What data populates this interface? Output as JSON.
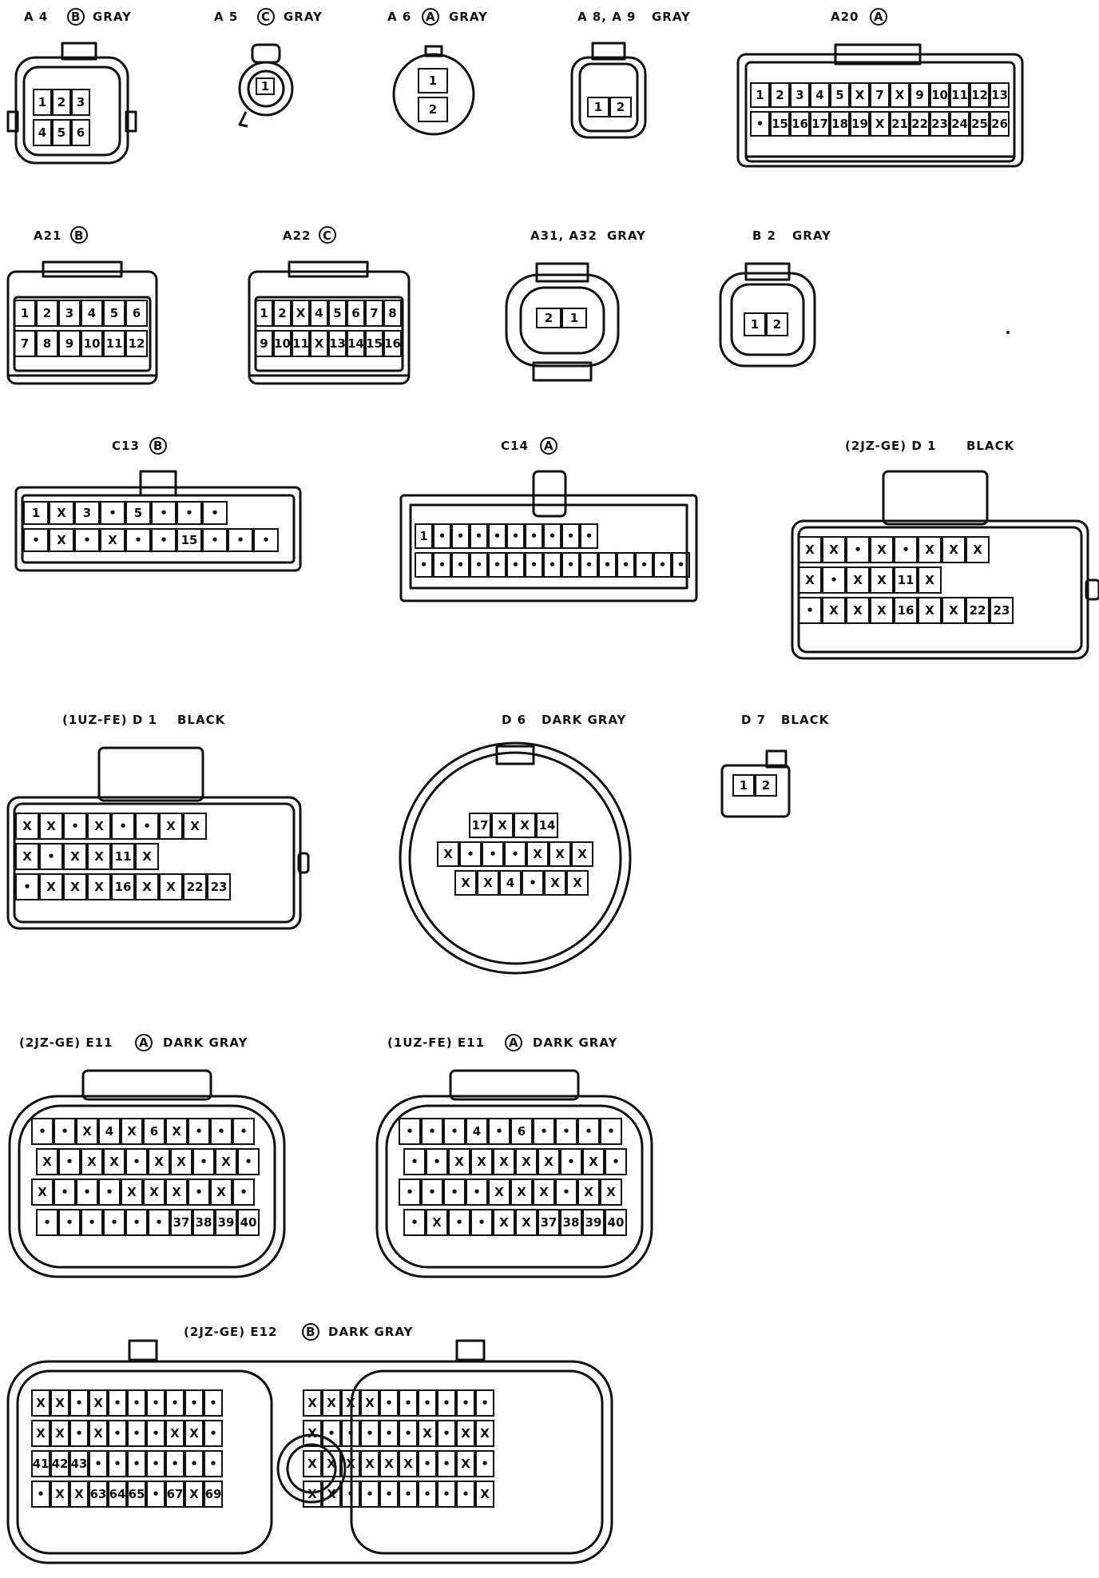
{
  "connectors": [
    {
      "id": "a4",
      "title": "A 4",
      "variant": "B",
      "color": "GRAY",
      "rows": [
        [
          "1",
          "2",
          "3"
        ],
        [
          "4",
          "5",
          "6"
        ]
      ]
    },
    {
      "id": "a5",
      "title": "A 5",
      "variant": "C",
      "color": "GRAY",
      "rows": [
        [
          "1"
        ]
      ]
    },
    {
      "id": "a6",
      "title": "A 6",
      "variant": "A",
      "color": "GRAY",
      "rows": [
        [
          "1"
        ],
        [
          "2"
        ]
      ]
    },
    {
      "id": "a8a9",
      "title": "A 8, A 9",
      "variant": "",
      "color": "GRAY",
      "rows": [
        [
          "1",
          "2"
        ]
      ]
    },
    {
      "id": "a20",
      "title": "A20",
      "variant": "A",
      "color": "",
      "rows": [
        [
          "1",
          "2",
          "3",
          "4",
          "5",
          "X",
          "7",
          "X",
          "9",
          "10",
          "11",
          "12",
          "13"
        ],
        [
          "•",
          "15",
          "16",
          "17",
          "18",
          "19",
          "X",
          "21",
          "22",
          "23",
          "24",
          "25",
          "26"
        ]
      ]
    },
    {
      "id": "a21",
      "title": "A21",
      "variant": "B",
      "color": "",
      "rows": [
        [
          "1",
          "2",
          "3",
          "4",
          "5",
          "6"
        ],
        [
          "7",
          "8",
          "9",
          "10",
          "11",
          "12"
        ]
      ]
    },
    {
      "id": "a22",
      "title": "A22",
      "variant": "C",
      "color": "",
      "rows": [
        [
          "1",
          "2",
          "X",
          "4",
          "5",
          "6",
          "7",
          "8"
        ],
        [
          "9",
          "10",
          "11",
          "X",
          "13",
          "14",
          "15",
          "16"
        ]
      ]
    },
    {
      "id": "a31a32",
      "title": "A31, A32",
      "variant": "",
      "color": "GRAY",
      "rows": [
        [
          "2",
          "1"
        ]
      ]
    },
    {
      "id": "b2",
      "title": "B 2",
      "variant": "",
      "color": "GRAY",
      "rows": [
        [
          "1",
          "2"
        ]
      ]
    },
    {
      "id": "c13",
      "title": "C13",
      "variant": "B",
      "color": "",
      "rows": [
        [
          "1",
          "X",
          "3",
          "•",
          "5",
          "•",
          "•",
          "•"
        ],
        [
          "•",
          "X",
          "•",
          "X",
          "•",
          "•",
          "15",
          "•",
          "•",
          "•"
        ]
      ]
    },
    {
      "id": "c14",
      "title": "C14",
      "variant": "A",
      "color": "",
      "rows": [
        [
          "1",
          "•",
          "•",
          "•",
          "•",
          "•",
          "•",
          "•",
          "•",
          "•"
        ],
        [
          "•",
          "•",
          "•",
          "•",
          "•",
          "•",
          "•",
          "•",
          "•",
          "•",
          "•",
          "•",
          "•",
          "•",
          "•"
        ]
      ]
    },
    {
      "id": "d1-2jz",
      "title": "(2JZ-GE) D 1",
      "variant": "",
      "color": "BLACK",
      "rows": [
        [
          "X",
          "X",
          "•",
          "X",
          "•",
          "X",
          "X",
          "X"
        ],
        [
          "X",
          "•",
          "X",
          "X",
          "11",
          "X"
        ],
        [
          "•",
          "X",
          "X",
          "X",
          "16",
          "X",
          "X",
          "22",
          "23"
        ]
      ]
    },
    {
      "id": "d1-1uz",
      "title": "(1UZ-FE) D 1",
      "variant": "",
      "color": "BLACK",
      "rows": [
        [
          "X",
          "X",
          "•",
          "X",
          "•",
          "•",
          "X",
          "X"
        ],
        [
          "X",
          "•",
          "X",
          "X",
          "11",
          "X"
        ],
        [
          "•",
          "X",
          "X",
          "X",
          "16",
          "X",
          "X",
          "22",
          "23"
        ]
      ]
    },
    {
      "id": "d6",
      "title": "D 6",
      "variant": "",
      "color": "DARK GRAY",
      "rows": [
        [
          "17",
          "X",
          "X",
          "14"
        ],
        [
          "X",
          "•",
          "•",
          "•",
          "X",
          "X",
          "X"
        ],
        [
          "X",
          "X",
          "4",
          "•",
          "X",
          "X"
        ]
      ]
    },
    {
      "id": "d7",
      "title": "D 7",
      "variant": "",
      "color": "BLACK",
      "rows": [
        [
          "1",
          "2"
        ]
      ]
    },
    {
      "id": "e11-2jz",
      "title": "(2JZ-GE) E11",
      "variant": "A",
      "color": "DARK GRAY",
      "rows": [
        [
          "•",
          "•",
          "X",
          "4",
          "X",
          "6",
          "X",
          "•",
          "•",
          "•"
        ],
        [
          "X",
          "•",
          "X",
          "X",
          "•",
          "X",
          "X",
          "•",
          "X",
          "•"
        ],
        [
          "X",
          "•",
          "•",
          "•",
          "X",
          "X",
          "X",
          "•",
          "X",
          "•"
        ],
        [
          "•",
          "•",
          "•",
          "•",
          "•",
          "•",
          "37",
          "38",
          "39",
          "40"
        ]
      ]
    },
    {
      "id": "e11-1uz",
      "title": "(1UZ-FE) E11",
      "variant": "A",
      "color": "DARK GRAY",
      "rows": [
        [
          "•",
          "•",
          "•",
          "4",
          "•",
          "6",
          "•",
          "•",
          "•",
          "•"
        ],
        [
          "•",
          "•",
          "X",
          "X",
          "X",
          "X",
          "X",
          "•",
          "X",
          "•"
        ],
        [
          "•",
          "•",
          "•",
          "•",
          "X",
          "X",
          "X",
          "•",
          "X",
          "X"
        ],
        [
          "•",
          "X",
          "•",
          "•",
          "X",
          "X",
          "37",
          "38",
          "39",
          "40"
        ]
      ]
    },
    {
      "id": "e12-2jz",
      "title": "(2JZ-GE) E12",
      "variant": "B",
      "color": "DARK GRAY",
      "rows": [
        [
          "X",
          "X",
          "•",
          "X",
          "•",
          "•",
          "•",
          "•",
          "•",
          "•",
          "X",
          "X",
          "X",
          "X",
          "•",
          "•",
          "•",
          "•",
          "•",
          "•"
        ],
        [
          "X",
          "X",
          "•",
          "X",
          "•",
          "•",
          "•",
          "X",
          "X",
          "•",
          "X",
          "•",
          "•",
          "•",
          "•",
          "•",
          "X",
          "•",
          "X",
          "X"
        ],
        [
          "41",
          "42",
          "43",
          "•",
          "•",
          "•",
          "•",
          "•",
          "•",
          "•",
          "X",
          "X",
          "X",
          "X",
          "X",
          "X",
          "•",
          "•",
          "X",
          "•"
        ],
        [
          "•",
          "X",
          "X",
          "63",
          "64",
          "65",
          "•",
          "67",
          "X",
          "69",
          "X",
          "X",
          "•",
          "•",
          "•",
          "•",
          "•",
          "•",
          "•",
          "X"
        ]
      ]
    }
  ]
}
